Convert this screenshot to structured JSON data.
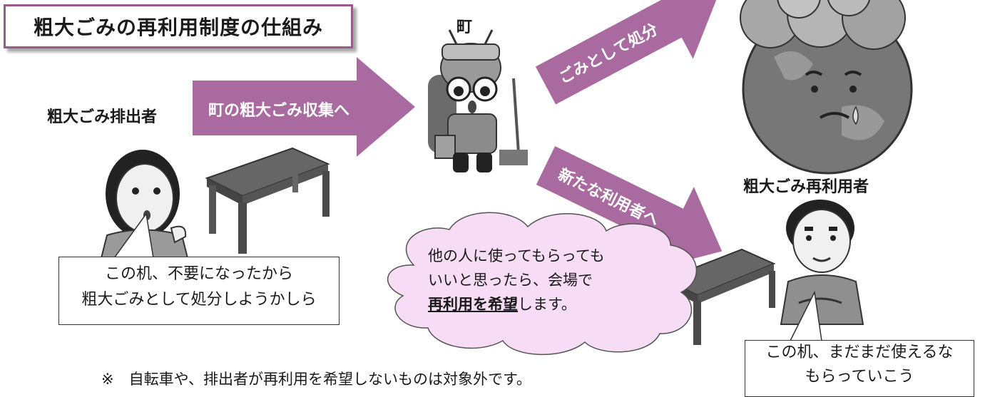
{
  "title": "粗大ごみの再利用制度の仕組み",
  "actors": {
    "town": "町",
    "discharger": "粗大ごみ排出者",
    "reuser": "粗大ごみ再利用者"
  },
  "arrows": {
    "collection": "町の粗大ごみ収集へ",
    "disposal": "ごみとして処分",
    "new_user": "新たな利用者へ"
  },
  "speech": {
    "discharger_line1": "この机、不要になったから",
    "discharger_line2": "粗大ごみとして処分しようかしら",
    "reuser_line1": "この机、まだまだ使えるな",
    "reuser_line2": "もらっていこう"
  },
  "cloud": {
    "line1": "他の人に使ってもらっても",
    "line2": "いいと思ったら、会場で",
    "line3_emph": "再利用を希望",
    "line3_rest": "します。"
  },
  "note": "※　自転車や、排出者が再利用を希望しないものは対象外です。",
  "colors": {
    "arrow": "#a96aa0",
    "frame": "#9a5a8c",
    "cloud": "#f6dcf4"
  }
}
